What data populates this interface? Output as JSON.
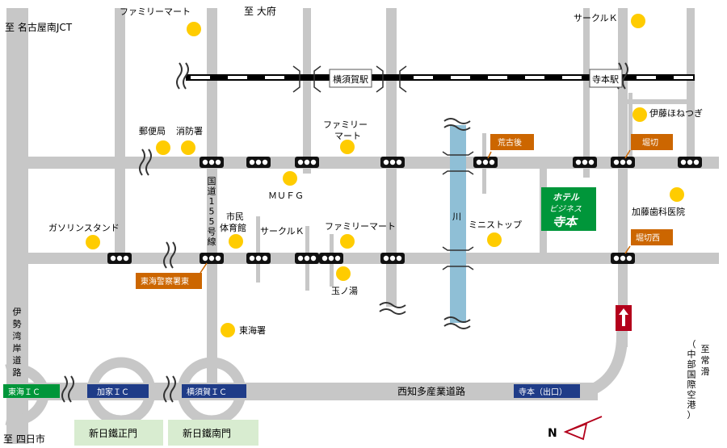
{
  "directions": {
    "nagoya": "至 名古屋南JCT",
    "obu": "至 大府",
    "yokkaichi": "至 四日市",
    "airport": "至（中部国際空港）常滑"
  },
  "stations": {
    "yokosuka": "横須賀駅",
    "teramoto": "寺本駅"
  },
  "roads": {
    "route155": "国道155号線",
    "isewan": "伊勢湾岸道路",
    "nishichita": "西知多産業道路",
    "river": "川"
  },
  "landmarks": {
    "familymart_top": "ファミリーマート",
    "circlek_top": "サークルＫ",
    "ito_honetsugi": "伊藤ほねつぎ",
    "post_office": "郵便局",
    "fire_station": "消防署",
    "familymart_mid1": "ファミリー",
    "familymart_mid2": "マート",
    "mufg": "ＭＵＦＧ",
    "gasstand": "ガソリンスタンド",
    "gym1": "市民",
    "gym2": "体育館",
    "circlek_mid": "サークルＫ",
    "familymart_low": "ファミリーマート",
    "ministop": "ミニストップ",
    "kato_dental": "加藤歯科医院",
    "tamanoyu": "玉ノ湯",
    "tokai_police": "東海署"
  },
  "intersections": {
    "arakogo": "荒古後",
    "horikiri": "堀切",
    "horikiri_nishi": "堀切西",
    "tokai_keisatsu_higashi": "東海警察署東"
  },
  "interchanges": {
    "tokai": "東海ＩＣ",
    "kaka": "加家ＩＣ",
    "yokosuka": "横須賀ＩＣ",
    "teramoto": "寺本（出口）"
  },
  "gates": {
    "shoumon": "新日鐵正門",
    "minamimon": "新日鐵南門"
  },
  "hotel": {
    "line1": "ホテル",
    "line2": "ビジネス",
    "line3": "寺本"
  },
  "compass": "N",
  "colors": {
    "road": "#c7c7c7",
    "marker": "#ffcc00",
    "tag_orange": "#cc6600",
    "ic_green": "#00963a",
    "ic_blue": "#1f3c88",
    "gate_green": "#d8ecd0",
    "river": "#8fbfd6",
    "hotel": "#00963a",
    "arrow_red": "#b3001b"
  }
}
